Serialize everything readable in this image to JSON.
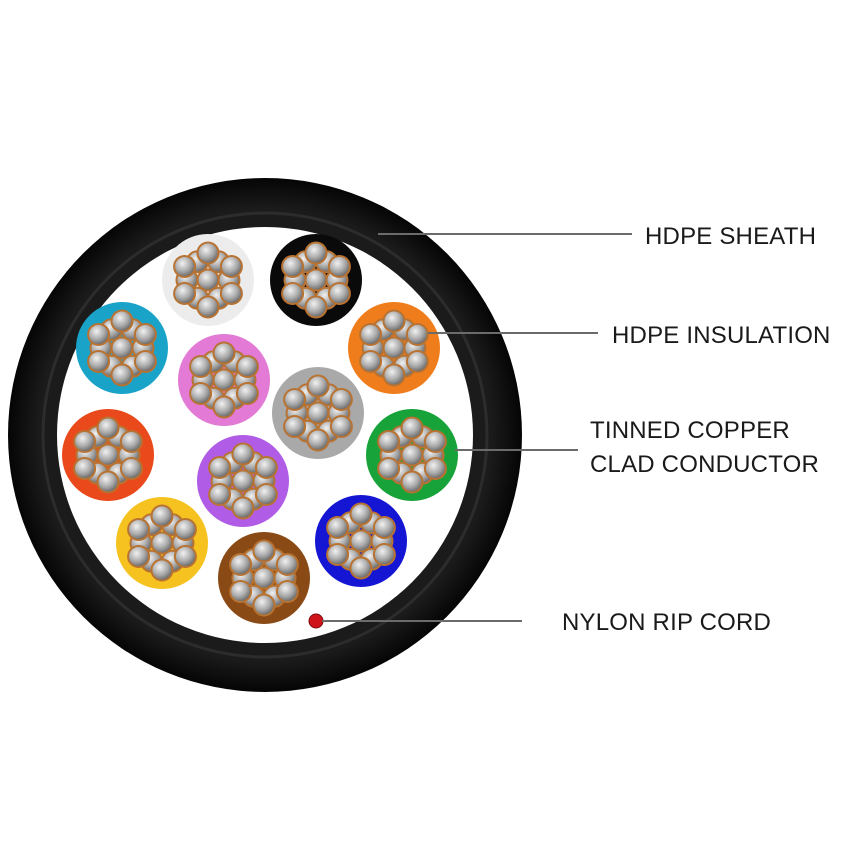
{
  "colors": {
    "sheath": "#111111",
    "sheath_ring": "#2a2a2a",
    "core_fill": "#ffffff",
    "leader": "#666666",
    "rip_cord": "#d0141c",
    "strand_light": "#d8d8d8",
    "strand_dark": "#7a7a7a",
    "strand_copper": "#b87333"
  },
  "labels": {
    "sheath": "HDPE SHEATH",
    "insulation": "HDPE INSULATION",
    "conductor_line1": "TINNED COPPER",
    "conductor_line2": "CLAD CONDUCTOR",
    "rip_cord": "NYLON RIP CORD"
  },
  "conductors": [
    {
      "name": "white",
      "color": "#ececec"
    },
    {
      "name": "black",
      "color": "#0a0a0a"
    },
    {
      "name": "blue",
      "color": "#1aa3c8"
    },
    {
      "name": "pink",
      "color": "#e27ad6"
    },
    {
      "name": "orange",
      "color": "#f07d1c"
    },
    {
      "name": "grey",
      "color": "#a9a9a9"
    },
    {
      "name": "red",
      "color": "#ea4a1b"
    },
    {
      "name": "violet",
      "color": "#b05ce6"
    },
    {
      "name": "green",
      "color": "#17a33a"
    },
    {
      "name": "yellow",
      "color": "#f6c21f"
    },
    {
      "name": "blue-dark",
      "color": "#1515d4"
    },
    {
      "name": "brown",
      "color": "#8a4a16"
    }
  ]
}
